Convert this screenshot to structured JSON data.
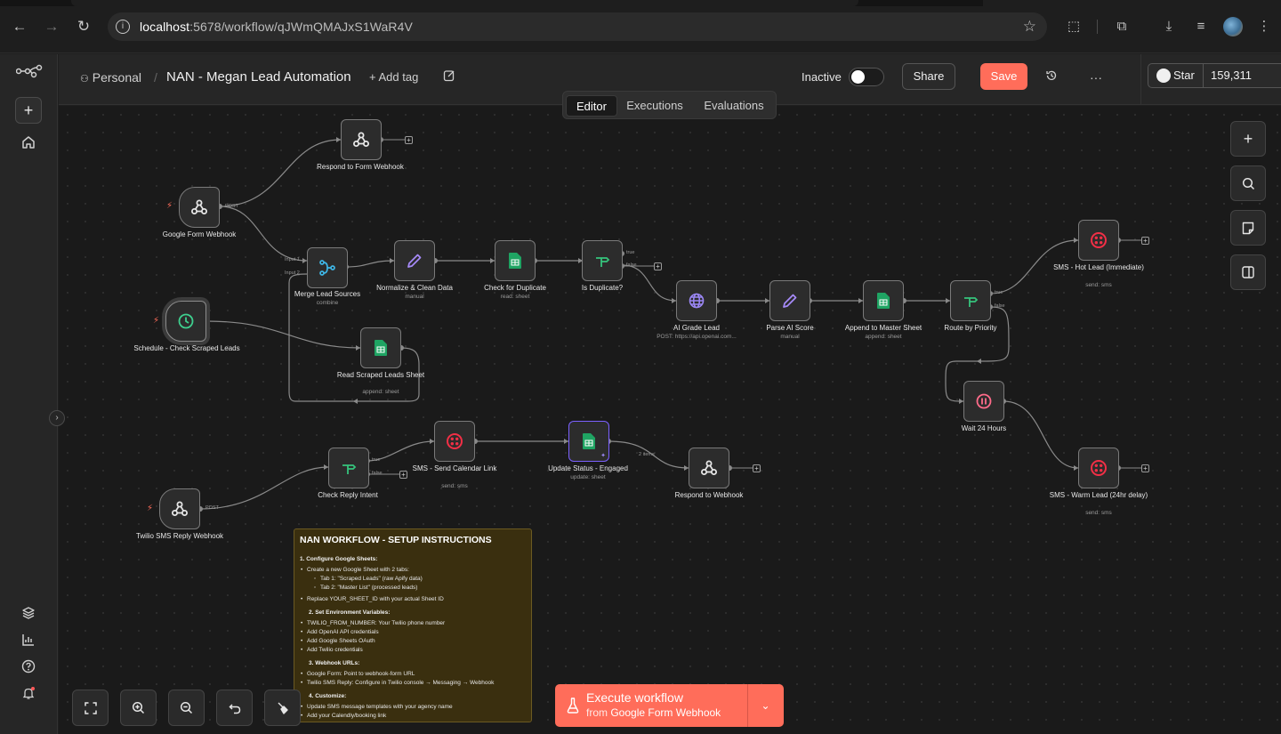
{
  "browser": {
    "url_host": "localhost",
    "url_path": ":5678/workflow/qJWmQMAJxS1WaR4V"
  },
  "header": {
    "project": "Personal",
    "workflow_name": "NAN - Megan Lead Automation",
    "add_tag": "+ Add tag",
    "status_label": "Inactive",
    "share_label": "Share",
    "save_label": "Save",
    "github_star_label": "Star",
    "github_star_count": "159,311"
  },
  "mode_tabs": [
    "Editor",
    "Executions",
    "Evaluations"
  ],
  "nodes": {
    "respond_form": {
      "label": "Respond to Form Webhook"
    },
    "google_form": {
      "label": "Google Form Webhook",
      "port": "POST"
    },
    "merge": {
      "label": "Merge Lead Sources",
      "sub": "combine",
      "in1": "Input 1",
      "in2": "Input 2"
    },
    "normalize": {
      "label": "Normalize & Clean Data",
      "sub": "manual"
    },
    "check_dup": {
      "label": "Check for Duplicate",
      "sub": "read: sheet"
    },
    "is_dup": {
      "label": "Is Duplicate?",
      "true": "true",
      "false": "false"
    },
    "schedule": {
      "label": "Schedule - Check Scraped Leads"
    },
    "read_scraped": {
      "label": "Read Scraped Leads Sheet",
      "sub": "append: sheet"
    },
    "ai_grade": {
      "label": "AI Grade Lead",
      "sub": "POST: https://api.openai.com..."
    },
    "parse_ai": {
      "label": "Parse AI Score",
      "sub": "manual"
    },
    "append_master": {
      "label": "Append to Master Sheet",
      "sub": "append: sheet"
    },
    "route": {
      "label": "Route by Priority",
      "true": "true",
      "false": "false"
    },
    "sms_hot": {
      "label": "SMS - Hot Lead (Immediate)",
      "sub": "send: sms"
    },
    "wait": {
      "label": "Wait 24 Hours"
    },
    "sms_warm": {
      "label": "SMS - Warm Lead (24hr delay)",
      "sub": "send: sms"
    },
    "check_reply": {
      "label": "Check Reply Intent",
      "true": "true",
      "false": "false"
    },
    "sms_cal": {
      "label": "SMS - Send Calendar Link",
      "sub": "send: sms"
    },
    "update_status": {
      "label": "Update Status - Engaged",
      "sub": "update: sheet",
      "items": "2 items"
    },
    "respond_webhook": {
      "label": "Respond to Webhook"
    },
    "twilio": {
      "label": "Twilio SMS Reply Webhook",
      "port": "POST"
    }
  },
  "sticky": {
    "title": "NAN WORKFLOW - SETUP INSTRUCTIONS",
    "s1": "1. Configure Google Sheets:",
    "s1_items": [
      "Create a new Google Sheet with 2 tabs:"
    ],
    "s1_sub": [
      "Tab 1: \"Scraped Leads\" (raw Apify data)",
      "Tab 2: \"Master List\" (processed leads)"
    ],
    "s1_items2": [
      "Replace YOUR_SHEET_ID with your actual Sheet ID"
    ],
    "s2": "2. Set Environment Variables:",
    "s2_items": [
      "TWILIO_FROM_NUMBER: Your Twilio phone number",
      "Add OpenAI API credentials",
      "Add Google Sheets OAuth",
      "Add Twilio credentials"
    ],
    "s3": "3. Webhook URLs:",
    "s3_items": [
      "Google Form: Point to webhook-form URL",
      "Twilio SMS Reply: Configure in Twilio console → Messaging → Webhook"
    ],
    "s4": "4. Customize:",
    "s4_items": [
      "Update SMS message templates with your agency name",
      "Add your Calendly/booking link"
    ]
  },
  "execute": {
    "line1": "Execute workflow",
    "line2_prefix": "from",
    "line2_node": "Google Form Webhook"
  },
  "colors": {
    "accent": "#ff6d5a",
    "sheets_green": "#1fa463",
    "twilio_red": "#f22f46",
    "edit_purple": "#a78bfa",
    "if_green": "#35c47c",
    "schedule_green": "#3ecf8e"
  }
}
